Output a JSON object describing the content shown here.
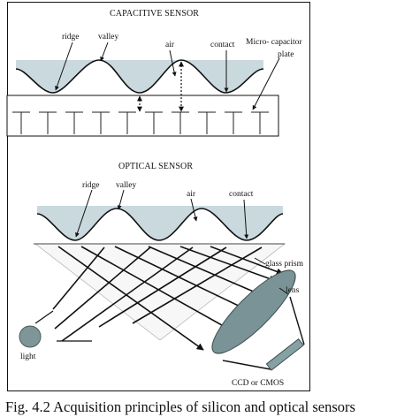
{
  "capacitive": {
    "title": "CAPACITIVE SENSOR",
    "ridge": "ridge",
    "valley": "valley",
    "air": "air",
    "contact": "contact",
    "micro_capacitor": "Micro- capacitor",
    "plate": "plate"
  },
  "optical": {
    "title": "OPTICAL SENSOR",
    "ridge": "ridge",
    "valley": "valley",
    "air": "air",
    "contact": "contact",
    "glass_prism": "glass prism",
    "lens": "lens",
    "light": "light",
    "ccd": "CCD or CMOS"
  },
  "caption": "Fig. 4.2 Acquisition principles of silicon and optical sensors",
  "colors": {
    "finger": "#c9d9de",
    "light_source": "#7f9699",
    "lens": "#7a9396",
    "sensor": "#86a1a4"
  }
}
